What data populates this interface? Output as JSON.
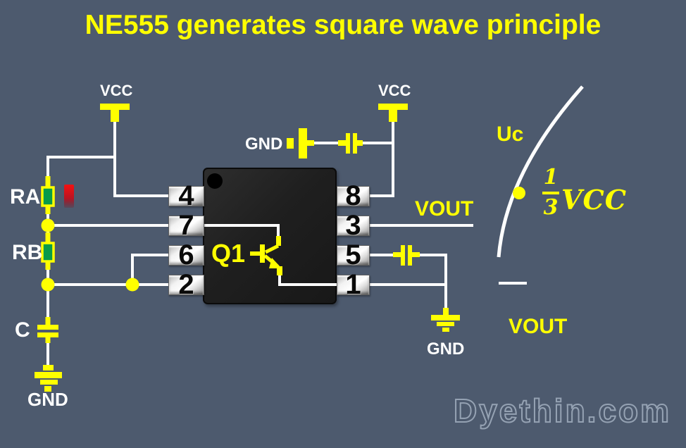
{
  "title": "NE555 generates square wave principle",
  "watermark": "Dyethin.com",
  "schematic": {
    "power": {
      "vcc_left": "VCC",
      "vcc_right": "VCC"
    },
    "grounds": {
      "top": "GND",
      "bottom_left": "GND",
      "output": "GND"
    },
    "components": {
      "ra": "RA",
      "rb": "RB",
      "c": "C",
      "q1": "Q1"
    },
    "ic": {
      "left_pins": [
        "4",
        "7",
        "6",
        "2"
      ],
      "right_pins": [
        "8",
        "3",
        "5",
        "1"
      ]
    },
    "outputs": {
      "vout_wire": "VOUT",
      "vout_axis": "VOUT"
    },
    "waveform": {
      "uc": "Uc",
      "threshold_numerator": "1",
      "threshold_denominator": "3",
      "threshold_unit": "VCC"
    }
  },
  "colors": {
    "background": "#4d5a6e",
    "accent_yellow": "#ffff00",
    "wire_white": "#ffffff",
    "resistor_green": "#089b4a",
    "led_red": "#e81010",
    "chip_black": "#1f1f1f",
    "pin_silver": "#e8e8e8",
    "watermark_outline": "#a8b4c4"
  }
}
